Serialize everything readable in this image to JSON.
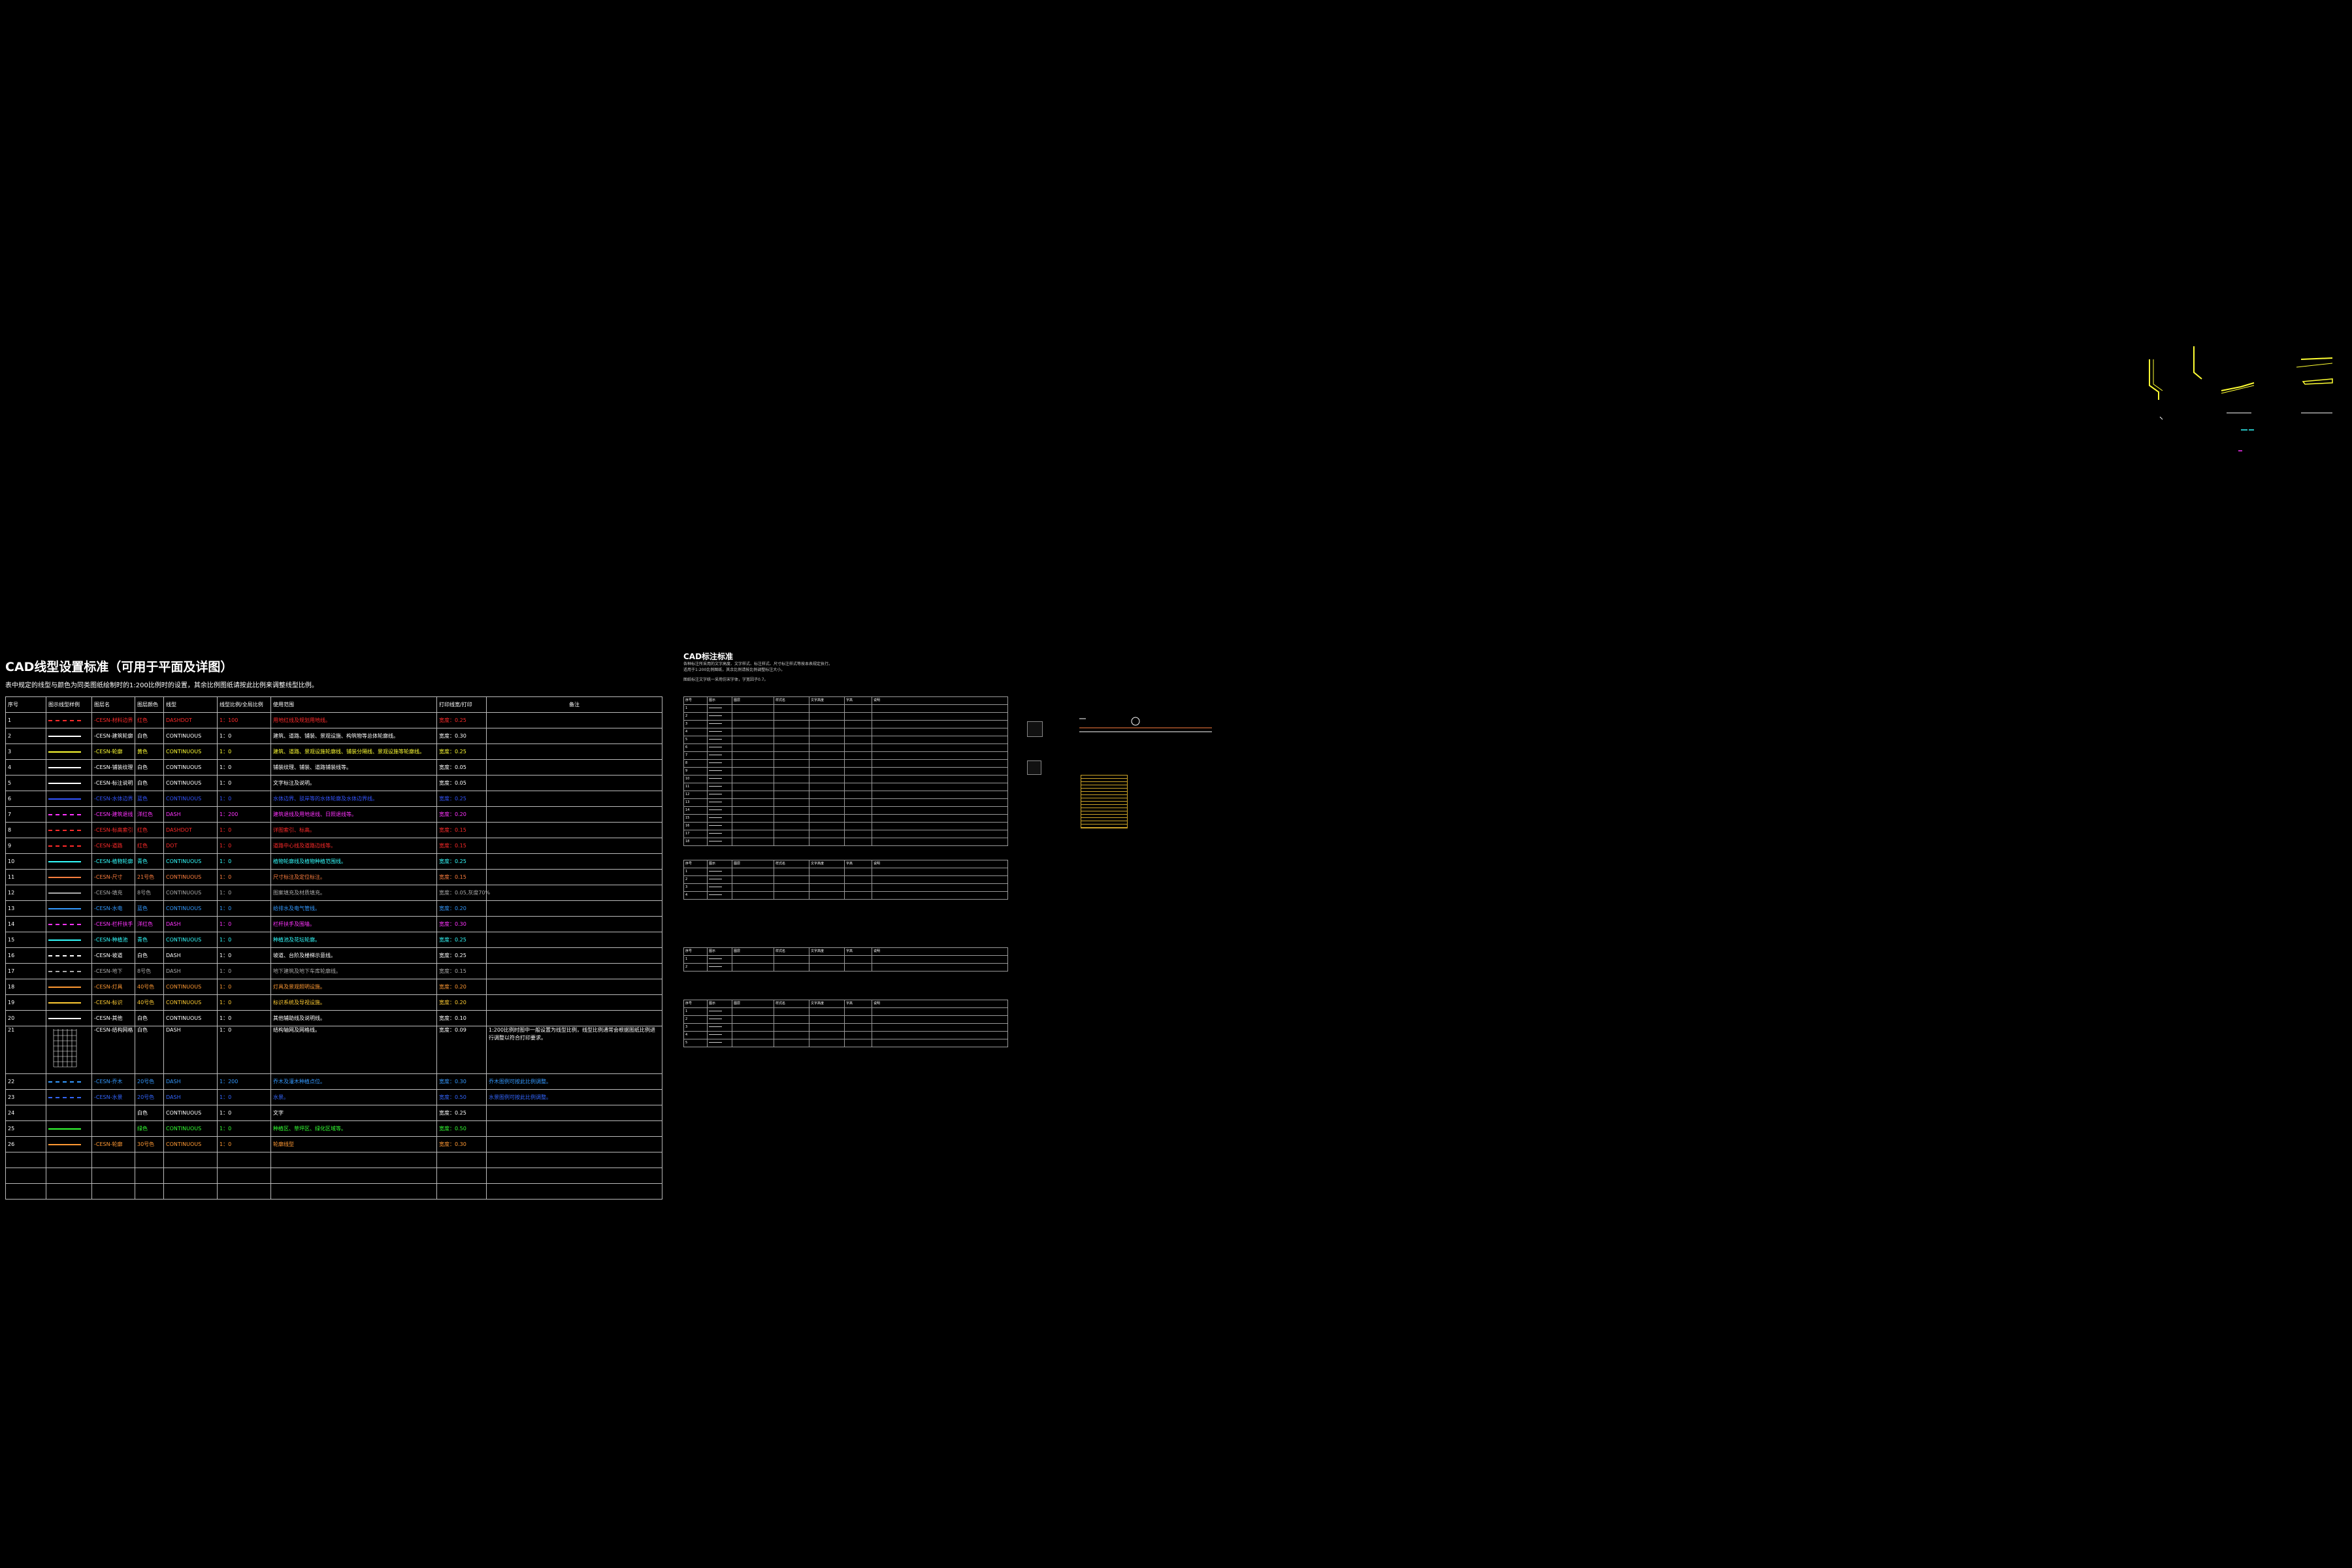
{
  "left_sheet": {
    "title": "CAD线型设置标准（可用于平面及详图）",
    "subtitle": "表中规定的线型与颜色为同类图纸绘制时的1:200比例时的设置，其余比例图纸请按此比例来调整线型比例。",
    "headers": [
      "序号",
      "图示线型样例",
      "图层名",
      "图层颜色",
      "线型",
      "线型比例/全局比例",
      "使用范围",
      "打印线宽/打印",
      "备注"
    ],
    "rows": [
      {
        "no": "1",
        "layer": "-CESN-材料边界",
        "color_name": "红色",
        "linetype": "DASHDOT",
        "scale": "1：100",
        "usage": "用地红线及规划用地线。",
        "width": "宽度：0.25",
        "color": "#ff2a2a"
      },
      {
        "no": "2",
        "layer": "-CESN-建筑轮廓",
        "color_name": "白色",
        "linetype": "CONTINUOUS",
        "scale": "1：0",
        "usage": "建筑、道路、铺装、景观设施、构筑物等总体轮廓线。",
        "width": "宽度：0.30",
        "color": "#ffffff"
      },
      {
        "no": "3",
        "layer": "-CESN-轮廓",
        "color_name": "黄色",
        "linetype": "CONTINUOUS",
        "scale": "1：0",
        "usage": "建筑、道路、景观设施轮廓线、铺装分隔线、景观设施等轮廓线。",
        "width": "宽度：0.25",
        "color": "#ffff33"
      },
      {
        "no": "4",
        "layer": "-CESN-铺装纹理",
        "color_name": "白色",
        "linetype": "CONTINUOUS",
        "scale": "1：0",
        "usage": "铺装纹理、铺装、道路铺装线等。",
        "width": "宽度：0.05",
        "color": "#ffffff"
      },
      {
        "no": "5",
        "layer": "-CESN-标注说明",
        "color_name": "白色",
        "linetype": "CONTINUOUS",
        "scale": "1：0",
        "usage": "文字标注及说明。",
        "width": "宽度：0.05",
        "color": "#ffffff"
      },
      {
        "no": "6",
        "layer": "-CESN-水体边界",
        "color_name": "蓝色",
        "linetype": "CONTINUOUS",
        "scale": "1：0",
        "usage": "水体边界、驳岸等的水体轮廓及水体边界线。",
        "width": "宽度：0.25",
        "color": "#3355ff"
      },
      {
        "no": "7",
        "layer": "-CESN-建筑退线",
        "color_name": "洋红色",
        "linetype": "DASH",
        "scale": "1：200",
        "usage": "建筑退线及用地退线、日照退线等。",
        "width": "宽度：0.20",
        "color": "#ff33ff"
      },
      {
        "no": "8",
        "layer": "-CESN-标高索引",
        "color_name": "红色",
        "linetype": "DASHDOT",
        "scale": "1：0",
        "usage": "详图索引、标高。",
        "width": "宽度：0.15",
        "color": "#ff2a2a"
      },
      {
        "no": "9",
        "layer": "-CESN-道路",
        "color_name": "红色",
        "linetype": "DOT",
        "scale": "1：0",
        "usage": "道路中心线及道路边线等。",
        "width": "宽度：0.15",
        "color": "#ff2a2a"
      },
      {
        "no": "10",
        "layer": "-CESN-植物轮廓",
        "color_name": "青色",
        "linetype": "CONTINUOUS",
        "scale": "1：0",
        "usage": "植物轮廓线及植物种植范围线。",
        "width": "宽度：0.25",
        "color": "#33ffff"
      },
      {
        "no": "11",
        "layer": "-CESN-尺寸",
        "color_name": "21号色",
        "linetype": "CONTINUOUS",
        "scale": "1：0",
        "usage": "尺寸标注及定位标注。",
        "width": "宽度：0.15",
        "color": "#ff7f3f"
      },
      {
        "no": "12",
        "layer": "-CESN-填充",
        "color_name": "8号色",
        "linetype": "CONTINUOUS",
        "scale": "1：0",
        "usage": "图案填充及材质填充。",
        "width": "宽度：0.05,灰度70%",
        "color": "#aaaaaa"
      },
      {
        "no": "13",
        "layer": "-CESN-水电",
        "color_name": "蓝色",
        "linetype": "CONTINUOUS",
        "scale": "1：0",
        "usage": "给排水及电气管线。",
        "width": "宽度：0.20",
        "color": "#3399ff"
      },
      {
        "no": "14",
        "layer": "-CESN-栏杆扶手",
        "color_name": "洋红色",
        "linetype": "DASH",
        "scale": "1：0",
        "usage": "栏杆扶手及围墙。",
        "width": "宽度：0.30",
        "color": "#ff33ff"
      },
      {
        "no": "15",
        "layer": "-CESN-种植池",
        "color_name": "青色",
        "linetype": "CONTINUOUS",
        "scale": "1：0",
        "usage": "种植池及花坛轮廓。",
        "width": "宽度：0.25",
        "color": "#33ffff"
      },
      {
        "no": "16",
        "layer": "-CESN-坡道",
        "color_name": "白色",
        "linetype": "DASH",
        "scale": "1：0",
        "usage": "坡道、台阶及楼梯示意线。",
        "width": "宽度：0.25",
        "color": "#ffffff"
      },
      {
        "no": "17",
        "layer": "-CESN-地下",
        "color_name": "8号色",
        "linetype": "DASH",
        "scale": "1：0",
        "usage": "地下建筑及地下车库轮廓线。",
        "width": "宽度：0.15",
        "color": "#aaaaaa"
      },
      {
        "no": "18",
        "layer": "-CESN-灯具",
        "color_name": "40号色",
        "linetype": "CONTINUOUS",
        "scale": "1：0",
        "usage": "灯具及景观照明设施。",
        "width": "宽度：0.20",
        "color": "#ff9933"
      },
      {
        "no": "19",
        "layer": "-CESN-标识",
        "color_name": "40号色",
        "linetype": "CONTINUOUS",
        "scale": "1：0",
        "usage": "标识系统及导视设施。",
        "width": "宽度：0.20",
        "color": "#ffcc33"
      },
      {
        "no": "20",
        "layer": "-CESN-其他",
        "color_name": "白色",
        "linetype": "CONTINUOUS",
        "scale": "1：0",
        "usage": "其他辅助线及说明线。",
        "width": "宽度：0.10",
        "color": "#ffffff"
      }
    ],
    "row21": {
      "no": "21",
      "layer": "-CESN-结构网格",
      "color_name": "白色",
      "linetype": "DASH",
      "scale": "1：0",
      "usage": "结构轴网及网格线。",
      "width": "宽度：0.09",
      "note": "1:200比例时图中一般设置为线型比例，线型比例通常会根据图纸比例进行调整以符合打印要求。"
    },
    "row22": {
      "no": "22",
      "layer": "-CESN-乔木",
      "color_name": "20号色",
      "linetype": "DASH",
      "scale": "1：200",
      "usage": "乔木及灌木种植点位。",
      "width": "宽度：0.30",
      "note": "乔木图例可按此比例调整。",
      "color": "#3399ff"
    },
    "row23": {
      "no": "23",
      "layer": "-CESN-水景",
      "color_name": "20号色",
      "linetype": "DASH",
      "scale": "1：0",
      "usage": "水景。",
      "width": "宽度：0.50",
      "note": "水景图例可按此比例调整。",
      "color": "#3366ff"
    },
    "row24": {
      "no": "24",
      "color_name": "白色",
      "linetype": "CONTINUOUS",
      "scale": "1：0",
      "usage": "文字",
      "width": "宽度：0.25"
    },
    "row25": {
      "no": "25",
      "color_name": "绿色",
      "linetype": "CONTINUOUS",
      "scale": "1：0",
      "usage": "种植区、草坪区、绿化区域等。",
      "width": "宽度：0.50",
      "color": "#33ff33"
    },
    "row26": {
      "no": "26",
      "layer": "-CESN-轮廓",
      "color_name": "30号色",
      "linetype": "CONTINUOUS",
      "scale": "1：0",
      "usage": "轮廓线型",
      "width": "宽度：0.30",
      "color": "#ff9933"
    }
  },
  "right_sheet": {
    "title": "CAD标注标准",
    "note1": "各种标注所采用的文字高度、文字样式、标注样式、尺寸标注样式等按本表规定执行。",
    "note2": "适用于1:200比例图纸，其余比例请按比例调整标注大小。",
    "note3": "图纸标注文字统一采用仿宋字体，字宽因子0.7。",
    "section_headers": [
      "序号",
      "图示",
      "图层",
      "样式名",
      "文字高度",
      "字高",
      "说明"
    ],
    "section1_rows": [
      "1",
      "2",
      "3",
      "4",
      "5",
      "6",
      "7",
      "8",
      "9",
      "10",
      "11",
      "12",
      "13",
      "14",
      "15",
      "16",
      "17",
      "18"
    ],
    "section2_rows": [
      "1",
      "2",
      "3",
      "4"
    ],
    "section3_rows": [
      "1",
      "2"
    ],
    "section4_rows": [
      "1",
      "2",
      "3",
      "4",
      "5"
    ]
  },
  "colors": {
    "background": "#000000",
    "grid": "#bbbbbb",
    "yellow": "#ffff33",
    "cyan": "#33ffff",
    "magenta": "#ff33ff"
  }
}
